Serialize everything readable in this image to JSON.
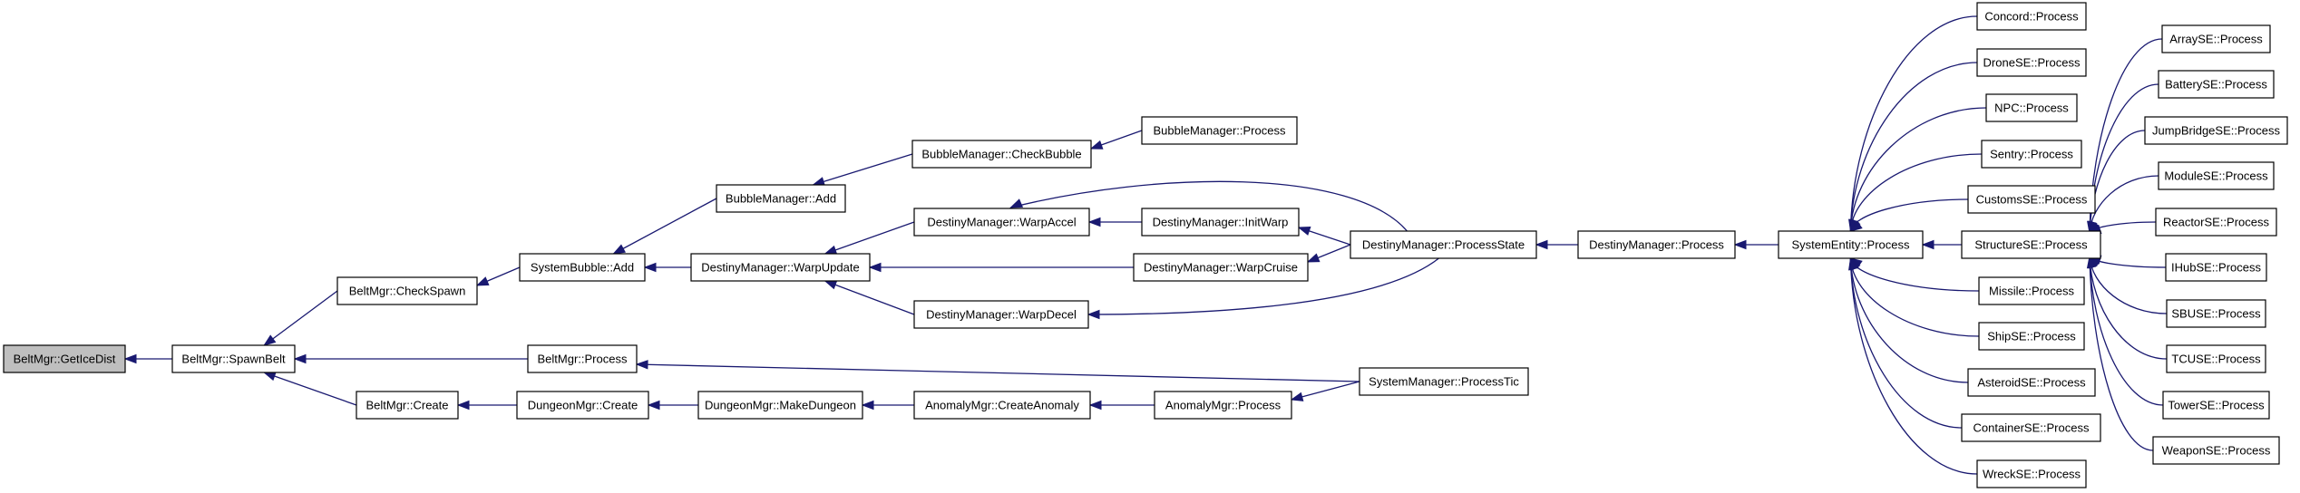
{
  "nodes": [
    {
      "id": "n_getice",
      "label": "BeltMgr::GetIceDist",
      "root": true
    },
    {
      "id": "n_spawnbelt",
      "label": "BeltMgr::SpawnBelt"
    },
    {
      "id": "n_checkspawn",
      "label": "BeltMgr::CheckSpawn"
    },
    {
      "id": "n_beltprocess",
      "label": "BeltMgr::Process"
    },
    {
      "id": "n_beltcreate",
      "label": "BeltMgr::Create"
    },
    {
      "id": "n_sysbubbleadd",
      "label": "SystemBubble::Add"
    },
    {
      "id": "n_dungeoncreate",
      "label": "DungeonMgr::Create"
    },
    {
      "id": "n_bubblemgradd",
      "label": "BubbleManager::Add"
    },
    {
      "id": "n_warpupdate",
      "label": "DestinyManager::WarpUpdate"
    },
    {
      "id": "n_makedungeon",
      "label": "DungeonMgr::MakeDungeon"
    },
    {
      "id": "n_checkbubble",
      "label": "BubbleManager::CheckBubble"
    },
    {
      "id": "n_bubbleprocess",
      "label": "BubbleManager::Process"
    },
    {
      "id": "n_warpaccel",
      "label": "DestinyManager::WarpAccel"
    },
    {
      "id": "n_warpdecel",
      "label": "DestinyManager::WarpDecel"
    },
    {
      "id": "n_createanomaly",
      "label": "AnomalyMgr::CreateAnomaly"
    },
    {
      "id": "n_initwarp",
      "label": "DestinyManager::InitWarp"
    },
    {
      "id": "n_warpcruise",
      "label": "DestinyManager::WarpCruise"
    },
    {
      "id": "n_anomalyprocess",
      "label": "AnomalyMgr::Process"
    },
    {
      "id": "n_processstate",
      "label": "DestinyManager::ProcessState"
    },
    {
      "id": "n_processtic",
      "label": "SystemManager::ProcessTic"
    },
    {
      "id": "n_destinyprocess",
      "label": "DestinyManager::Process"
    },
    {
      "id": "n_sysentity",
      "label": "SystemEntity::Process"
    },
    {
      "id": "n_concord",
      "label": "Concord::Process"
    },
    {
      "id": "n_drone",
      "label": "DroneSE::Process"
    },
    {
      "id": "n_npc",
      "label": "NPC::Process"
    },
    {
      "id": "n_sentry",
      "label": "Sentry::Process"
    },
    {
      "id": "n_customs",
      "label": "CustomsSE::Process"
    },
    {
      "id": "n_structure",
      "label": "StructureSE::Process"
    },
    {
      "id": "n_missile",
      "label": "Missile::Process"
    },
    {
      "id": "n_ship",
      "label": "ShipSE::Process"
    },
    {
      "id": "n_asteroid",
      "label": "AsteroidSE::Process"
    },
    {
      "id": "n_container",
      "label": "ContainerSE::Process"
    },
    {
      "id": "n_wreck",
      "label": "WreckSE::Process"
    },
    {
      "id": "n_array",
      "label": "ArraySE::Process"
    },
    {
      "id": "n_battery",
      "label": "BatterySE::Process"
    },
    {
      "id": "n_jumpbridge",
      "label": "JumpBridgeSE::Process"
    },
    {
      "id": "n_module",
      "label": "ModuleSE::Process"
    },
    {
      "id": "n_reactor",
      "label": "ReactorSE::Process"
    },
    {
      "id": "n_ihub",
      "label": "IHubSE::Process"
    },
    {
      "id": "n_sbu",
      "label": "SBUSE::Process"
    },
    {
      "id": "n_tcu",
      "label": "TCUSE::Process"
    },
    {
      "id": "n_tower",
      "label": "TowerSE::Process"
    },
    {
      "id": "n_weapon",
      "label": "WeaponSE::Process"
    }
  ],
  "edges": [
    {
      "from": "n_spawnbelt",
      "to": "n_getice"
    },
    {
      "from": "n_checkspawn",
      "to": "n_spawnbelt"
    },
    {
      "from": "n_beltprocess",
      "to": "n_spawnbelt"
    },
    {
      "from": "n_beltcreate",
      "to": "n_spawnbelt"
    },
    {
      "from": "n_sysbubbleadd",
      "to": "n_checkspawn"
    },
    {
      "from": "n_processtic",
      "to": "n_beltprocess"
    },
    {
      "from": "n_dungeoncreate",
      "to": "n_beltcreate"
    },
    {
      "from": "n_bubblemgradd",
      "to": "n_sysbubbleadd"
    },
    {
      "from": "n_warpupdate",
      "to": "n_sysbubbleadd"
    },
    {
      "from": "n_makedungeon",
      "to": "n_dungeoncreate"
    },
    {
      "from": "n_checkbubble",
      "to": "n_bubblemgradd"
    },
    {
      "from": "n_bubbleprocess",
      "to": "n_checkbubble"
    },
    {
      "from": "n_warpaccel",
      "to": "n_warpupdate"
    },
    {
      "from": "n_warpcruise",
      "to": "n_warpupdate"
    },
    {
      "from": "n_warpdecel",
      "to": "n_warpupdate"
    },
    {
      "from": "n_initwarp",
      "to": "n_warpaccel"
    },
    {
      "from": "n_processstate",
      "to": "n_warpaccel"
    },
    {
      "from": "n_processstate",
      "to": "n_warpdecel"
    },
    {
      "from": "n_createanomaly",
      "to": "n_makedungeon"
    },
    {
      "from": "n_anomalyprocess",
      "to": "n_createanomaly"
    },
    {
      "from": "n_processtic",
      "to": "n_anomalyprocess"
    },
    {
      "from": "n_processstate",
      "to": "n_initwarp"
    },
    {
      "from": "n_processstate",
      "to": "n_warpcruise"
    },
    {
      "from": "n_destinyprocess",
      "to": "n_processstate"
    },
    {
      "from": "n_sysentity",
      "to": "n_destinyprocess"
    },
    {
      "from": "n_concord",
      "to": "n_sysentity"
    },
    {
      "from": "n_drone",
      "to": "n_sysentity"
    },
    {
      "from": "n_npc",
      "to": "n_sysentity"
    },
    {
      "from": "n_sentry",
      "to": "n_sysentity"
    },
    {
      "from": "n_customs",
      "to": "n_sysentity"
    },
    {
      "from": "n_structure",
      "to": "n_sysentity"
    },
    {
      "from": "n_missile",
      "to": "n_sysentity"
    },
    {
      "from": "n_ship",
      "to": "n_sysentity"
    },
    {
      "from": "n_asteroid",
      "to": "n_sysentity"
    },
    {
      "from": "n_container",
      "to": "n_sysentity"
    },
    {
      "from": "n_wreck",
      "to": "n_sysentity"
    },
    {
      "from": "n_array",
      "to": "n_structure"
    },
    {
      "from": "n_battery",
      "to": "n_structure"
    },
    {
      "from": "n_jumpbridge",
      "to": "n_structure"
    },
    {
      "from": "n_module",
      "to": "n_structure"
    },
    {
      "from": "n_reactor",
      "to": "n_structure"
    },
    {
      "from": "n_ihub",
      "to": "n_structure"
    },
    {
      "from": "n_sbu",
      "to": "n_structure"
    },
    {
      "from": "n_tcu",
      "to": "n_structure"
    },
    {
      "from": "n_tower",
      "to": "n_structure"
    },
    {
      "from": "n_weapon",
      "to": "n_structure"
    }
  ],
  "colors": {
    "edge": "#191970",
    "node_border": "#000000",
    "root_fill": "#bfbfbf",
    "node_fill": "#ffffff"
  }
}
